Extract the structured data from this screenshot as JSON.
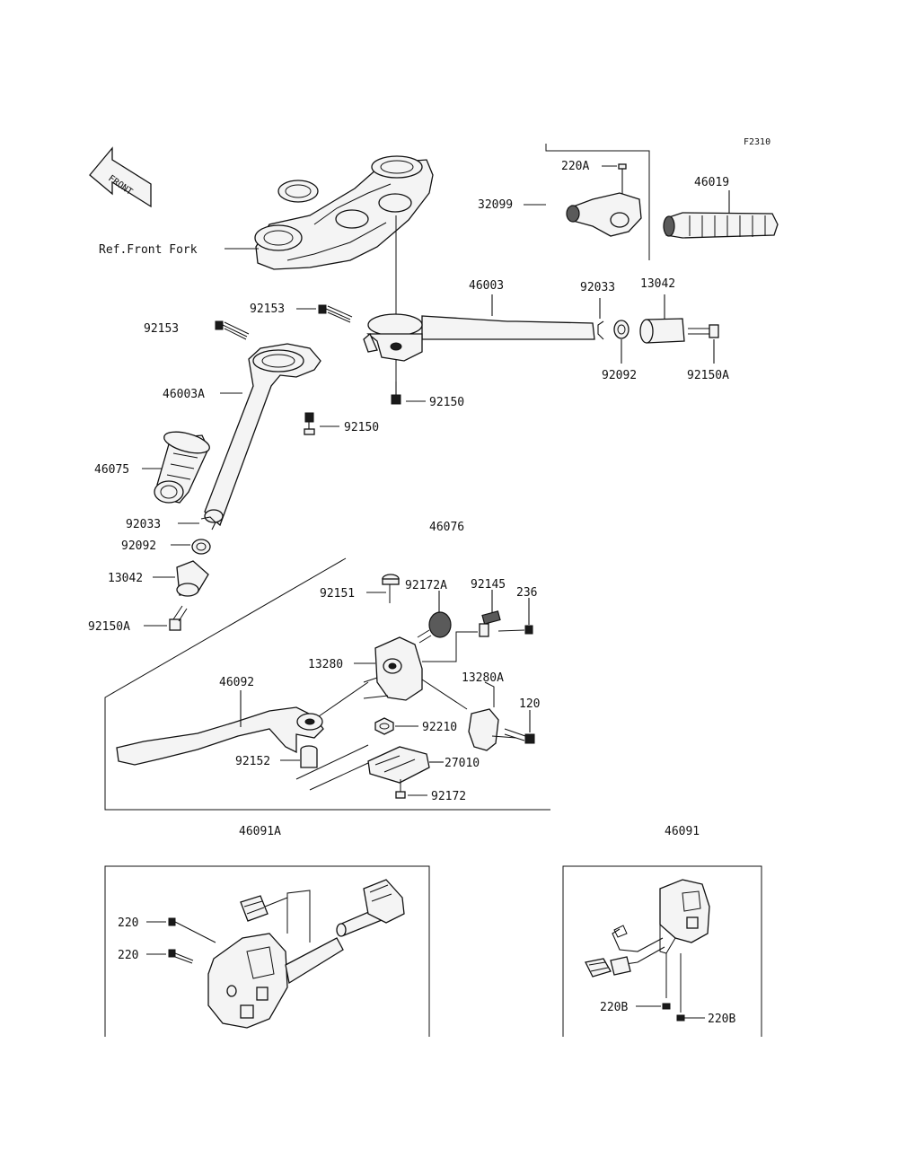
{
  "figure_code": "F2310",
  "front_arrow_label": "FRONT",
  "ref_label": "Ref.Front Fork",
  "parts": {
    "p220A": "220A",
    "p32099": "32099",
    "p46019": "46019",
    "p92033_r": "92033",
    "p13042_r": "13042",
    "p46003": "46003",
    "p92153_r": "92153",
    "p92153_l": "92153",
    "p46003A": "46003A",
    "p92150_r": "92150",
    "p92150_l": "92150",
    "p92092_r": "92092",
    "p92150A_r": "92150A",
    "p46075": "46075",
    "p92033_l": "92033",
    "p46076": "46076",
    "p92092_l": "92092",
    "p13042_l": "13042",
    "p92150A_l": "92150A",
    "p92151": "92151",
    "p92172A": "92172A",
    "p92145": "92145",
    "p236": "236",
    "p13280": "13280",
    "p13280A": "13280A",
    "p120": "120",
    "p46092": "46092",
    "p92210": "92210",
    "p92152": "92152",
    "p27010": "27010",
    "p92172": "92172",
    "p46091A": "46091A",
    "p46091": "46091",
    "p220_a": "220",
    "p220_b": "220",
    "p220B_a": "220B",
    "p220B_b": "220B"
  },
  "colors": {
    "ink": "#111111",
    "paper": "#ffffff",
    "shade": "#5a5a5a"
  }
}
